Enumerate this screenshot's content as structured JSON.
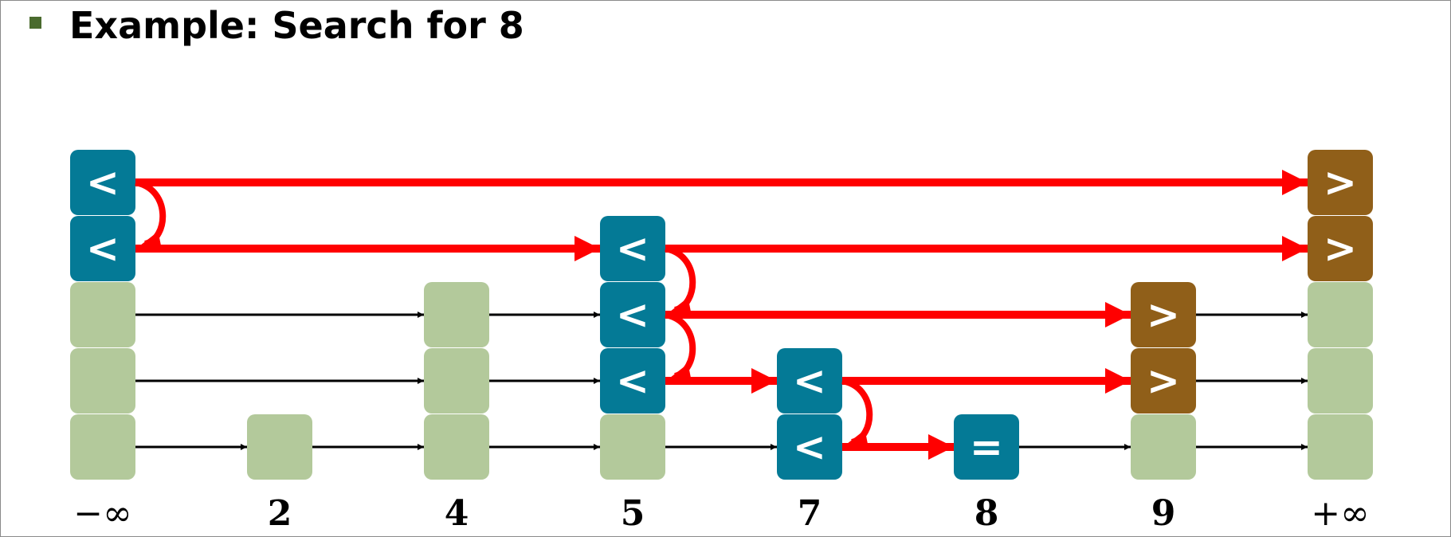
{
  "title": "Example: Search for 8",
  "diagram": {
    "keys": [
      "−∞",
      "2",
      "4",
      "5",
      "7",
      "8",
      "9",
      "+∞"
    ],
    "heights": [
      5,
      1,
      3,
      4,
      2,
      1,
      3,
      5
    ],
    "search": {
      "target": "8",
      "nodes": [
        {
          "col": 0,
          "level": 5,
          "mark": "<"
        },
        {
          "col": 0,
          "level": 4,
          "mark": "<"
        },
        {
          "col": 3,
          "level": 4,
          "mark": "<"
        },
        {
          "col": 3,
          "level": 3,
          "mark": "<"
        },
        {
          "col": 3,
          "level": 2,
          "mark": "<"
        },
        {
          "col": 4,
          "level": 2,
          "mark": "<"
        },
        {
          "col": 4,
          "level": 1,
          "mark": "<"
        },
        {
          "col": 5,
          "level": 1,
          "mark": "="
        },
        {
          "col": 7,
          "level": 5,
          "mark": ">"
        },
        {
          "col": 7,
          "level": 4,
          "mark": ">"
        },
        {
          "col": 6,
          "level": 3,
          "mark": ">"
        },
        {
          "col": 6,
          "level": 2,
          "mark": ">"
        }
      ],
      "path": [
        {
          "type": "right",
          "from": [
            0,
            5
          ],
          "to": 7
        },
        {
          "type": "down",
          "col": 0,
          "from": 5
        },
        {
          "type": "right",
          "from": [
            0,
            4
          ],
          "to": 3
        },
        {
          "type": "right",
          "from": [
            3,
            4
          ],
          "to": 7
        },
        {
          "type": "down",
          "col": 3,
          "from": 4
        },
        {
          "type": "right",
          "from": [
            3,
            3
          ],
          "to": 6
        },
        {
          "type": "down",
          "col": 3,
          "from": 3
        },
        {
          "type": "right",
          "from": [
            3,
            2
          ],
          "to": 4
        },
        {
          "type": "right",
          "from": [
            4,
            2
          ],
          "to": 6
        },
        {
          "type": "down",
          "col": 4,
          "from": 2
        },
        {
          "type": "right",
          "from": [
            4,
            1
          ],
          "to": 5
        }
      ]
    },
    "colors": {
      "plain": "#b3c99b",
      "less": "#047a96",
      "equal": "#047a96",
      "greater": "#905f19",
      "path": "#ff0000",
      "link": "#000000",
      "symbol": "#ffffff"
    }
  }
}
